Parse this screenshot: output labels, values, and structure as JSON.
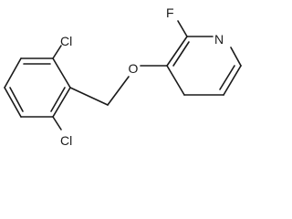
{
  "molecule": {
    "atoms": {
      "cl_top": "Cl",
      "cl_bottom": "Cl",
      "oxygen": "O",
      "fluorine": "F",
      "nitrogen": "N"
    }
  }
}
